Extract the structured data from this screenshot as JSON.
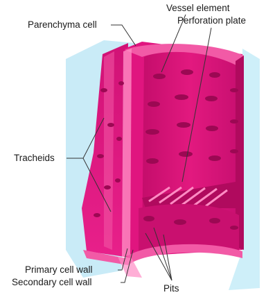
{
  "diagram": {
    "labels": {
      "parenchyma_cell": "Parenchyma cell",
      "vessel_element": "Vessel element",
      "perforation_plate": "Perforation plate",
      "tracheids": "Tracheids",
      "primary_cell_wall": "Primary cell wall",
      "secondary_cell_wall": "Secondary cell wall",
      "pits": "Pits"
    },
    "colors": {
      "tissue_magenta": "#e0157f",
      "tissue_deep": "#b00a5e",
      "wall_light": "#f25aa6",
      "wall_highlight": "#ff8cc4",
      "background_cyan": "#bfe8f6",
      "label_text": "#1a1a1a",
      "leader_line": "#333333"
    }
  }
}
